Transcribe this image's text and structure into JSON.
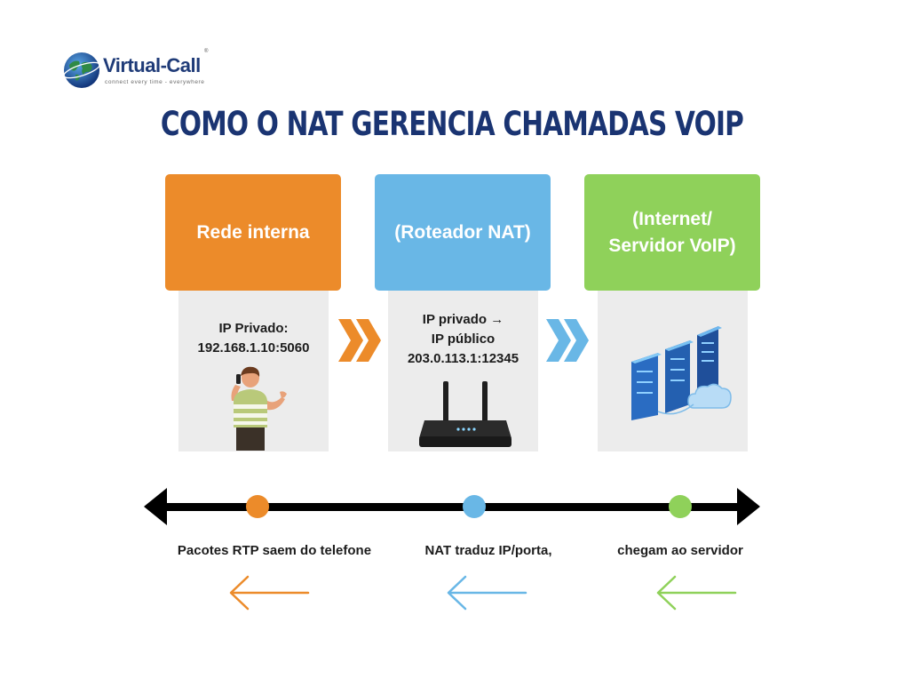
{
  "brand": {
    "name": "Virtual-Call",
    "tagline": "connect every time - everywhere",
    "registered": "®"
  },
  "title": "COMO O NAT GERENCIA CHAMADAS VOIP",
  "stages": [
    {
      "heading": "Rede interna",
      "detail_lines": [
        "IP Privado:",
        "192.168.1.10:5060"
      ],
      "illustration": "person-on-phone",
      "color": "#ec8b2a"
    },
    {
      "heading": "(Roteador NAT)",
      "detail_lines": [
        "IP privado →",
        "IP público",
        "203.0.113.1:12345"
      ],
      "illustration": "router",
      "color": "#69b7e6"
    },
    {
      "heading_lines": [
        "(Internet/",
        "Servidor VoIP)"
      ],
      "illustration": "server-rack-cloud",
      "color": "#8fd15a"
    }
  ],
  "timeline": {
    "captions": [
      "Pacotes RTP saem do telefone",
      "NAT traduz IP/porta,",
      "chegam ao servidor"
    ],
    "dot_colors": [
      "#ec8b2a",
      "#69b7e6",
      "#8fd15a"
    ]
  }
}
